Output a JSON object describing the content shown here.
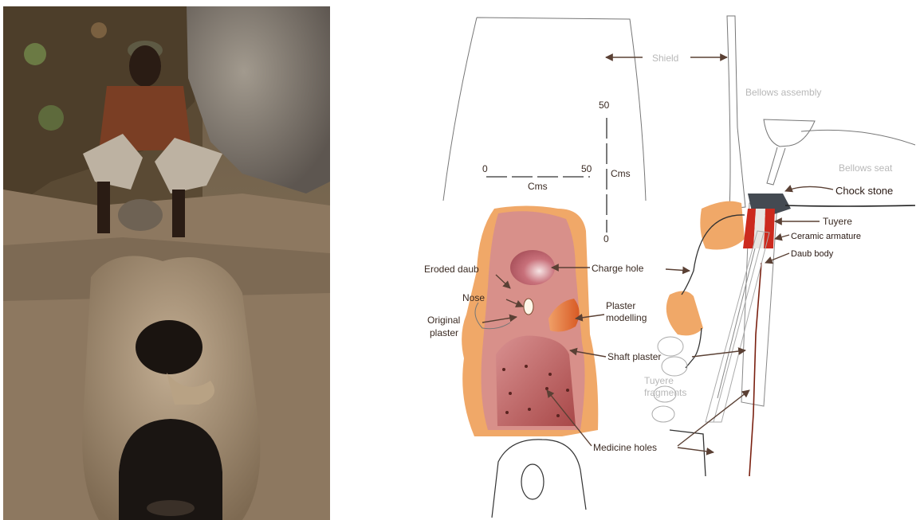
{
  "labels": {
    "shield": "Shield",
    "bellows_assembly": "Bellows assembly",
    "bellows_seat": "Bellows seat",
    "chock_stone": "Chock stone",
    "tuyere": "Tuyere",
    "ceramic_armature": "Ceramic armature",
    "daub_body": "Daub body",
    "charge_hole": "Charge hole",
    "eroded_daub": "Eroded daub",
    "nose": "Nose",
    "original_plaster": "Original plaster",
    "plaster_modelling": "Plaster modelling",
    "shaft_plaster": "Shaft plaster",
    "tuyere_fragments": "Tuyere fragments",
    "medicine_holes": "Medicine holes"
  },
  "scale": {
    "h_start": "0",
    "h_end": "50",
    "h_unit": "Cms",
    "v_top": "50",
    "v_bottom": "0",
    "v_unit": "Cms"
  },
  "colors": {
    "daub_orange": "#f0a868",
    "plaster_pink": "#d8908a",
    "shaft_red": "#b85a58",
    "armature_red": "#cc2a1e",
    "chock_dark": "#444a52",
    "photo_earth": "#8a7258"
  }
}
